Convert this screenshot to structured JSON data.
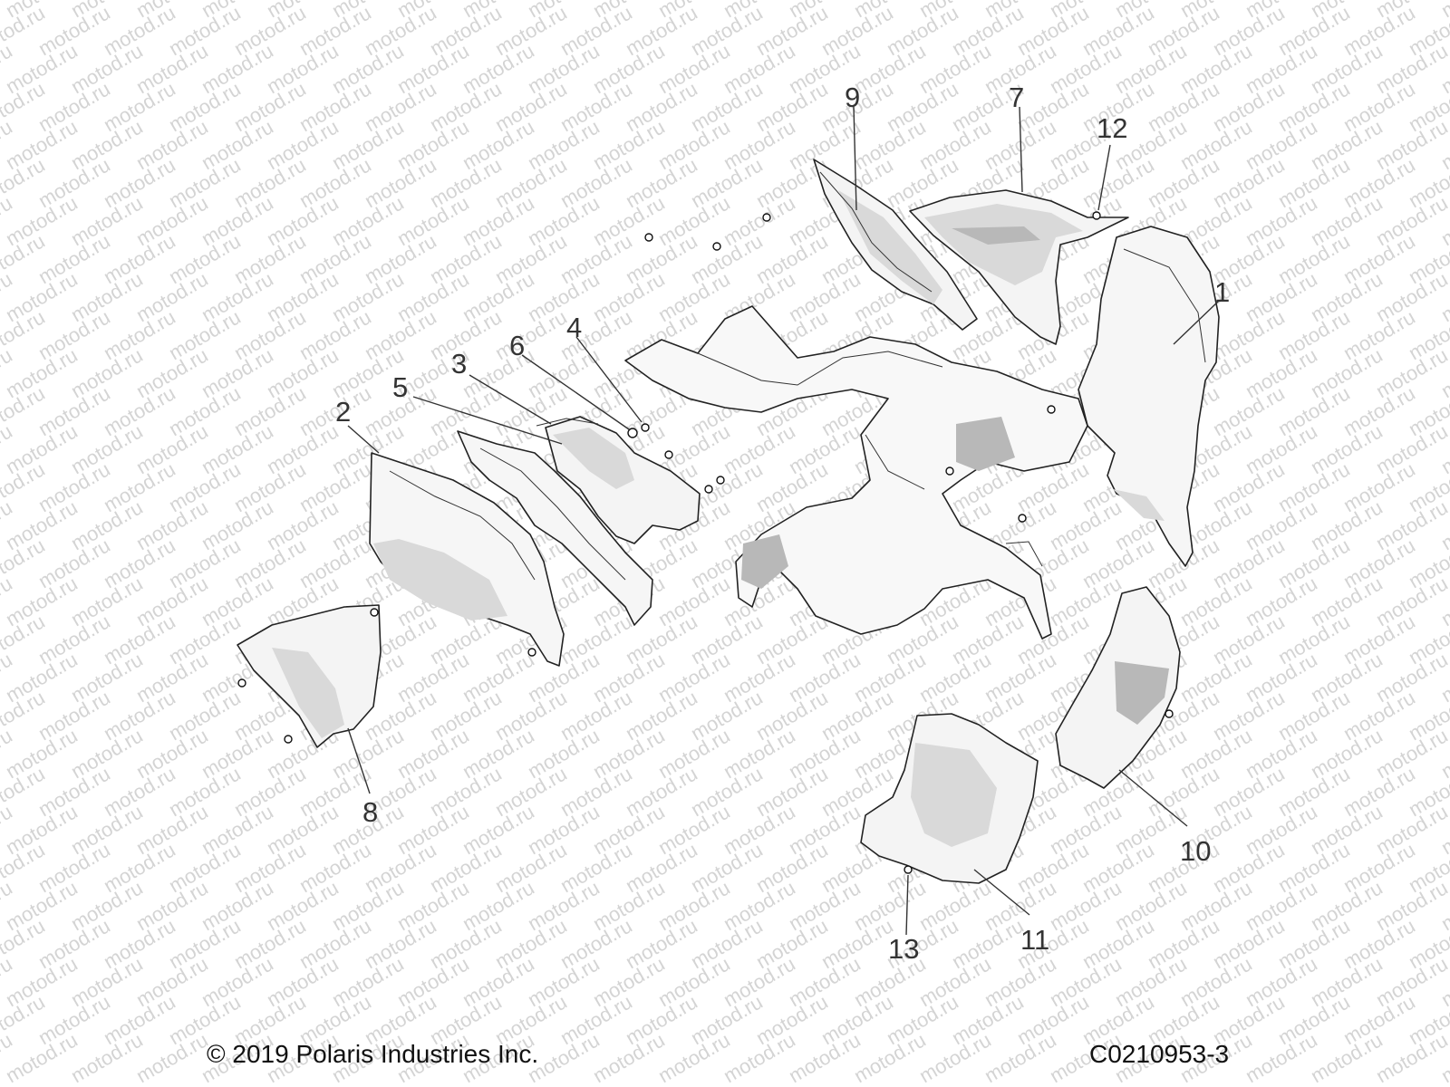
{
  "watermark": {
    "text": "motod.ru"
  },
  "callouts": [
    "1",
    "2",
    "3",
    "4",
    "5",
    "6",
    "7",
    "8",
    "9",
    "10",
    "11",
    "12",
    "13"
  ],
  "footer": {
    "copyright": "© 2019 Polaris Industries Inc.",
    "drawing_number": "C0210953-3"
  },
  "colors": {
    "line": "#222222",
    "text": "#333333",
    "watermark": "#d4d4d4",
    "shade": "#d9d9d9"
  }
}
